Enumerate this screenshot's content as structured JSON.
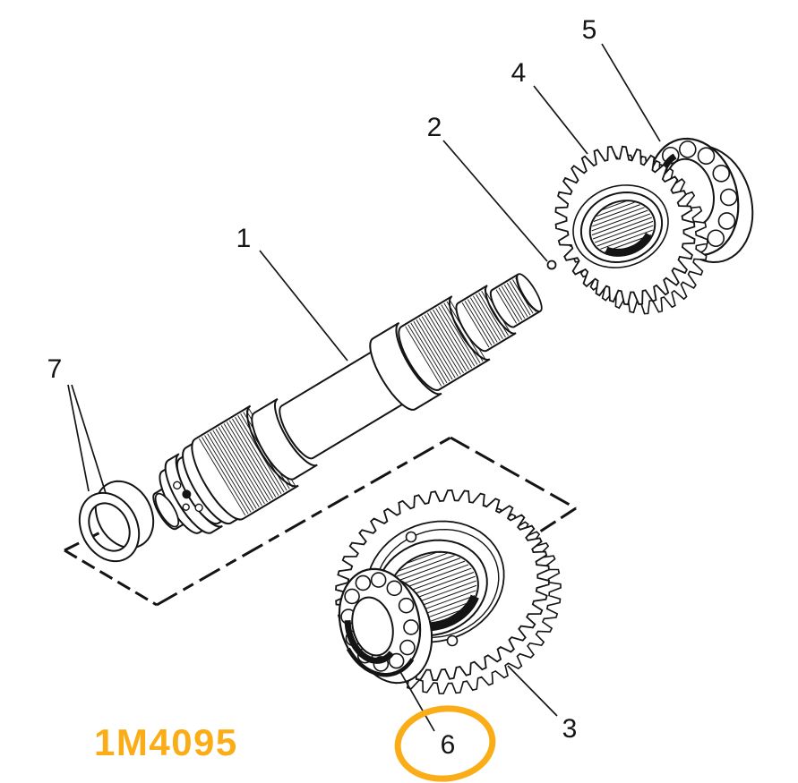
{
  "diagram": {
    "part_number": "1M4095",
    "accent_color": "#FBAD18",
    "line_color": "#141414",
    "background_color": "#FFFFFF",
    "highlighted_callout": "6",
    "callouts": [
      {
        "label": "1",
        "part": "main-shaft"
      },
      {
        "label": "2",
        "part": "detent-ball"
      },
      {
        "label": "3",
        "part": "large-gear"
      },
      {
        "label": "4",
        "part": "small-gear"
      },
      {
        "label": "5",
        "part": "upper-roller-bearing"
      },
      {
        "label": "6",
        "part": "lower-roller-bearing",
        "highlighted": true
      },
      {
        "label": "7",
        "part": "seal-ring"
      }
    ]
  }
}
